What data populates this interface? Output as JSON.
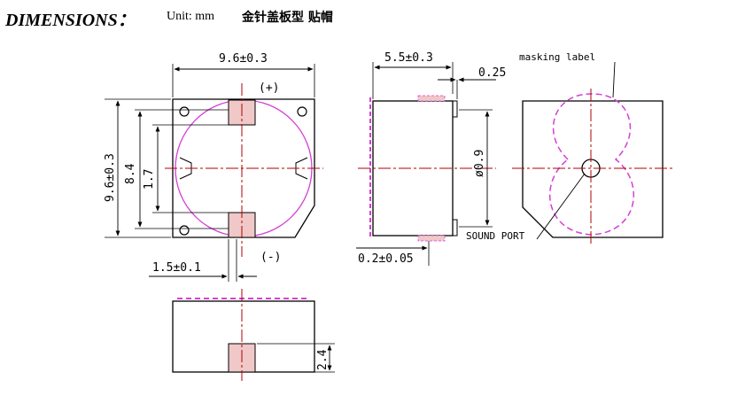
{
  "header": {
    "title": "DIMENSIONS：",
    "unit": "Unit: mm",
    "description": "金针盖板型 贴帽"
  },
  "labels": {
    "width": "9.6±0.3",
    "height": "9.6±0.3",
    "pin_span": "8.4",
    "pin_gap": "1.7",
    "pin_offset": "1.5±0.1",
    "plus": "(+)",
    "minus": "(-)",
    "depth": "5.5±0.3",
    "cap_thickness": "0.25",
    "port_diameter": "ø0.9",
    "bottom_gap": "0.2±0.05",
    "masking_label": "masking label",
    "sound_port": "SOUND PORT",
    "pin_height": "2.4"
  },
  "colors": {
    "line": "#000000",
    "magenta": "#d63fd6",
    "pink": "#f0c8c8",
    "center": "#b00000"
  }
}
